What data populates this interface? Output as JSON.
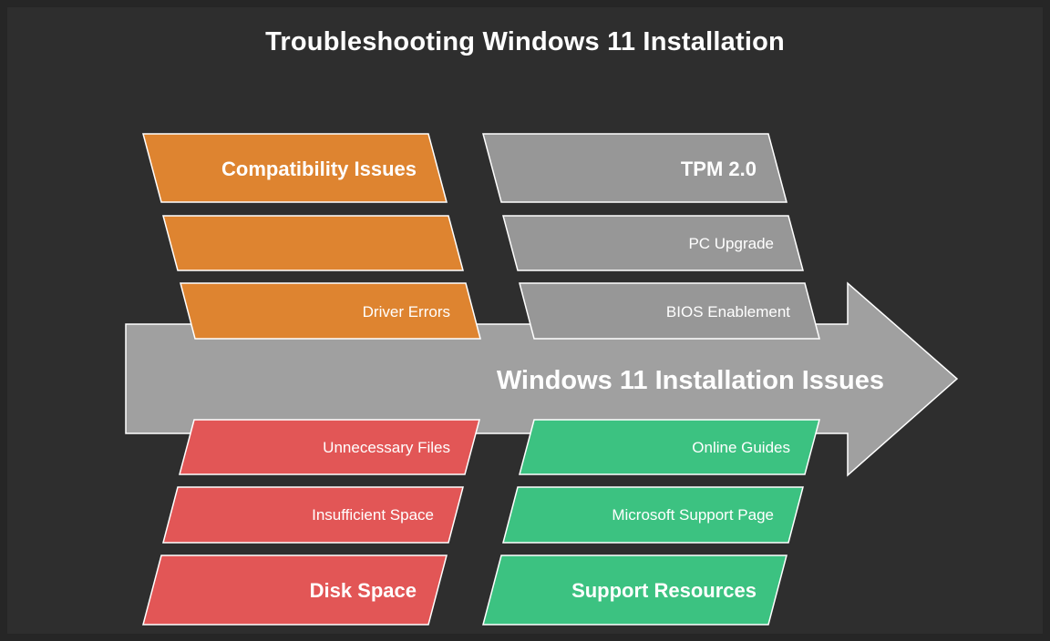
{
  "title": "Troubleshooting Windows 11 Installation",
  "arrow_label": "Windows 11 Installation Issues",
  "colors": {
    "background": "#2e2e2e",
    "arrow": "#a0a0a0",
    "compatibility": "#de8430",
    "tpm": "#979797",
    "disk": "#e25656",
    "support": "#3cc281",
    "outline": "#ffffff"
  },
  "branches": {
    "compatibility": {
      "heading": "Compatibility Issues",
      "items": [
        "",
        "Driver Errors"
      ]
    },
    "tpm": {
      "heading": "TPM 2.0",
      "items": [
        "PC Upgrade",
        "BIOS Enablement"
      ]
    },
    "disk": {
      "heading": "Disk Space",
      "items": [
        "Unnecessary Files",
        "Insufficient Space"
      ]
    },
    "support": {
      "heading": "Support Resources",
      "items": [
        "Online Guides",
        "Microsoft Support Page"
      ]
    }
  }
}
